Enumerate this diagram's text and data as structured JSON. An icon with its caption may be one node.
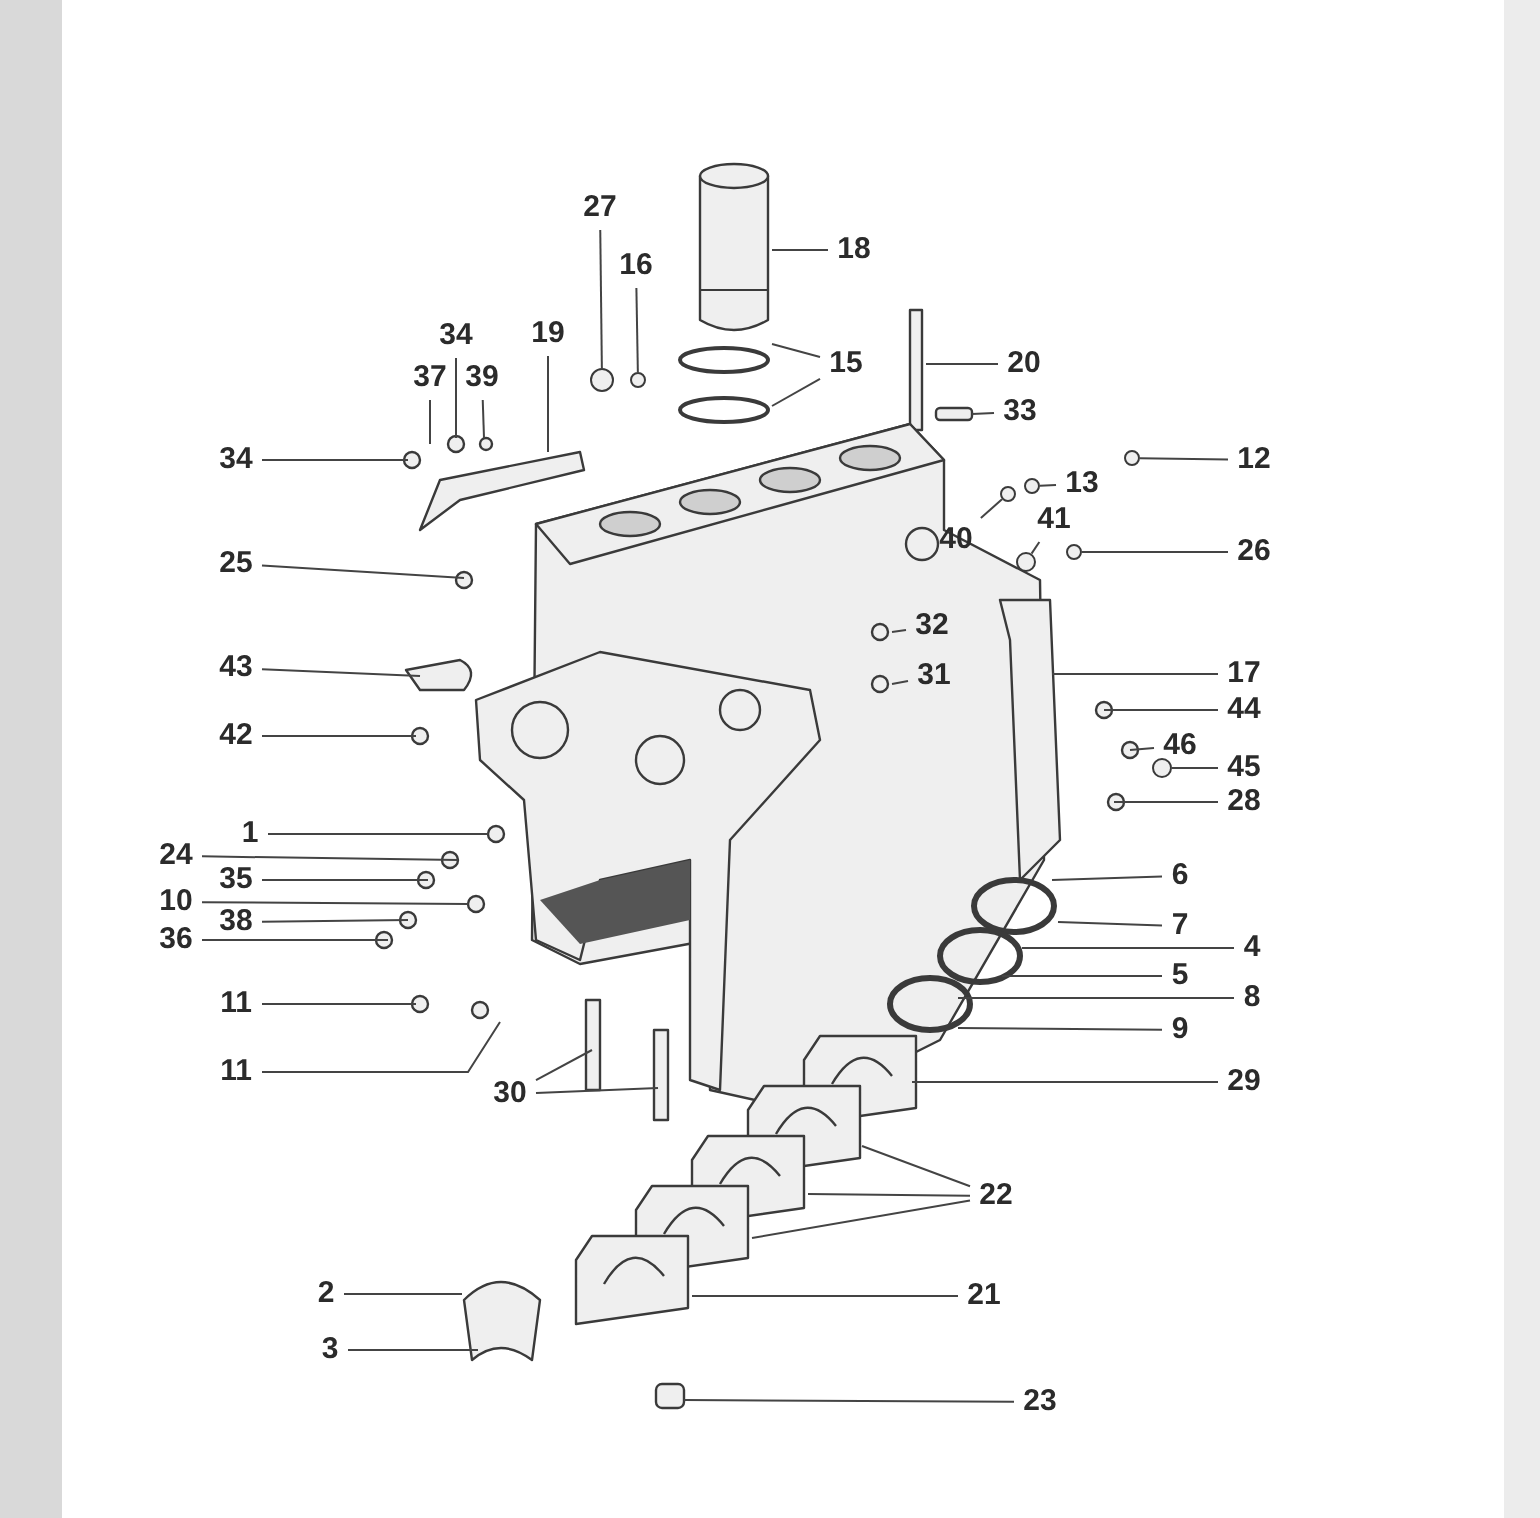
{
  "diagram": {
    "nodes": [
      {
        "text": [
          "27"
        ]
      },
      {
        "text": [
          "18"
        ]
      },
      {
        "text": [
          "16"
        ]
      },
      {
        "text": [
          "34"
        ]
      },
      {
        "text": [
          "19"
        ]
      },
      {
        "text": [
          "20"
        ]
      },
      {
        "text": [
          "15"
        ]
      },
      {
        "text": [
          "37"
        ]
      },
      {
        "text": [
          "39"
        ]
      },
      {
        "text": [
          "33"
        ]
      },
      {
        "text": [
          "34"
        ]
      },
      {
        "text": [
          "12"
        ]
      },
      {
        "text": [
          "13"
        ]
      },
      {
        "text": [
          "40"
        ]
      },
      {
        "text": [
          "41"
        ]
      },
      {
        "text": [
          "26"
        ]
      },
      {
        "text": [
          "25"
        ]
      },
      {
        "text": [
          "32"
        ]
      },
      {
        "text": [
          "43"
        ]
      },
      {
        "text": [
          "31"
        ]
      },
      {
        "text": [
          "17"
        ]
      },
      {
        "text": [
          "44"
        ]
      },
      {
        "text": [
          "42"
        ]
      },
      {
        "text": [
          "46"
        ]
      },
      {
        "text": [
          "45"
        ]
      },
      {
        "text": [
          "28"
        ]
      },
      {
        "text": [
          "1"
        ]
      },
      {
        "text": [
          "24"
        ]
      },
      {
        "text": [
          "6"
        ]
      },
      {
        "text": [
          "35"
        ]
      },
      {
        "text": [
          "10"
        ]
      },
      {
        "text": [
          "38"
        ]
      },
      {
        "text": [
          "7"
        ]
      },
      {
        "text": [
          "36"
        ]
      },
      {
        "text": [
          "4"
        ]
      },
      {
        "text": [
          "5"
        ]
      },
      {
        "text": [
          "8"
        ]
      },
      {
        "text": [
          "11"
        ]
      },
      {
        "text": [
          "9"
        ]
      },
      {
        "text": [
          "11"
        ]
      },
      {
        "text": [
          "29"
        ]
      },
      {
        "text": [
          "30"
        ]
      },
      {
        "text": [
          "22"
        ]
      },
      {
        "text": [
          "2"
        ]
      },
      {
        "text": [
          "21"
        ]
      },
      {
        "text": [
          "3"
        ]
      },
      {
        "text": [
          "23"
        ]
      },
      {
        "text": [],
        "shape": "circle"
      },
      {
        "text": [],
        "shape": "circle"
      },
      {
        "text": [],
        "shape": "circle"
      },
      {
        "text": [],
        "shape": "circle"
      },
      {
        "text": [],
        "shape": "circle"
      },
      {
        "text": [],
        "shape": "circle"
      },
      {
        "text": [],
        "shape": "circle"
      },
      {
        "text": [],
        "shape": "circle"
      }
    ],
    "edges": [
      {
        "from": 0,
        "to": 47,
        "arrow": "none"
      },
      {
        "from": 1,
        "to": null,
        "arrow": "none"
      },
      {
        "from": 2,
        "to": 51,
        "arrow": "none"
      },
      {
        "from": 3,
        "to": null,
        "arrow": "none"
      },
      {
        "from": 4,
        "to": null,
        "arrow": "none"
      },
      {
        "from": 5,
        "to": null,
        "arrow": "none"
      },
      {
        "from": 6,
        "to": null,
        "arrow": "none"
      },
      {
        "from": 6,
        "to": null,
        "arrow": "none"
      },
      {
        "from": 7,
        "to": null,
        "arrow": "none"
      },
      {
        "from": 8,
        "to": null,
        "arrow": "none"
      },
      {
        "from": 9,
        "to": null,
        "arrow": "none"
      },
      {
        "from": 10,
        "to": null,
        "arrow": "none"
      },
      {
        "from": 11,
        "to": 48,
        "arrow": "none"
      },
      {
        "from": 12,
        "to": 53,
        "arrow": "none"
      },
      {
        "from": 13,
        "to": 52,
        "arrow": "none"
      },
      {
        "from": 14,
        "to": 54,
        "arrow": "none"
      },
      {
        "from": 15,
        "to": 49,
        "arrow": "none"
      },
      {
        "from": 16,
        "to": null,
        "arrow": "none"
      },
      {
        "from": 17,
        "to": null,
        "arrow": "none"
      },
      {
        "from": 18,
        "to": null,
        "arrow": "none"
      },
      {
        "from": 19,
        "to": null,
        "arrow": "none"
      },
      {
        "from": 20,
        "to": null,
        "arrow": "none"
      },
      {
        "from": 21,
        "to": null,
        "arrow": "none"
      },
      {
        "from": 22,
        "to": null,
        "arrow": "none"
      },
      {
        "from": 23,
        "to": null,
        "arrow": "none"
      },
      {
        "from": 24,
        "to": 50,
        "arrow": "none"
      },
      {
        "from": 25,
        "to": null,
        "arrow": "none"
      },
      {
        "from": 26,
        "to": null,
        "arrow": "none"
      },
      {
        "from": 27,
        "to": null,
        "arrow": "none"
      },
      {
        "from": 28,
        "to": null,
        "arrow": "none"
      },
      {
        "from": 29,
        "to": null,
        "arrow": "none"
      },
      {
        "from": 30,
        "to": null,
        "arrow": "none"
      },
      {
        "from": 31,
        "to": null,
        "arrow": "none"
      },
      {
        "from": 32,
        "to": null,
        "arrow": "none"
      },
      {
        "from": 33,
        "to": null,
        "arrow": "none"
      },
      {
        "from": 34,
        "to": null,
        "arrow": "none"
      },
      {
        "from": 35,
        "to": null,
        "arrow": "none"
      },
      {
        "from": 36,
        "to": null,
        "arrow": "none"
      },
      {
        "from": 37,
        "to": null,
        "arrow": "none"
      },
      {
        "from": 38,
        "to": null,
        "arrow": "none"
      },
      {
        "from": 39,
        "to": null,
        "arrow": "none"
      },
      {
        "from": 40,
        "to": null,
        "arrow": "none"
      },
      {
        "from": 41,
        "to": null,
        "arrow": "none"
      },
      {
        "from": 41,
        "to": null,
        "arrow": "none"
      },
      {
        "from": 42,
        "to": null,
        "arrow": "none"
      },
      {
        "from": 42,
        "to": null,
        "arrow": "none"
      },
      {
        "from": 42,
        "to": null,
        "arrow": "none"
      },
      {
        "from": 43,
        "to": null,
        "arrow": "none"
      },
      {
        "from": 44,
        "to": null,
        "arrow": "none"
      },
      {
        "from": 45,
        "to": null,
        "arrow": "none"
      },
      {
        "from": 46,
        "to": null,
        "arrow": "none"
      }
    ]
  }
}
